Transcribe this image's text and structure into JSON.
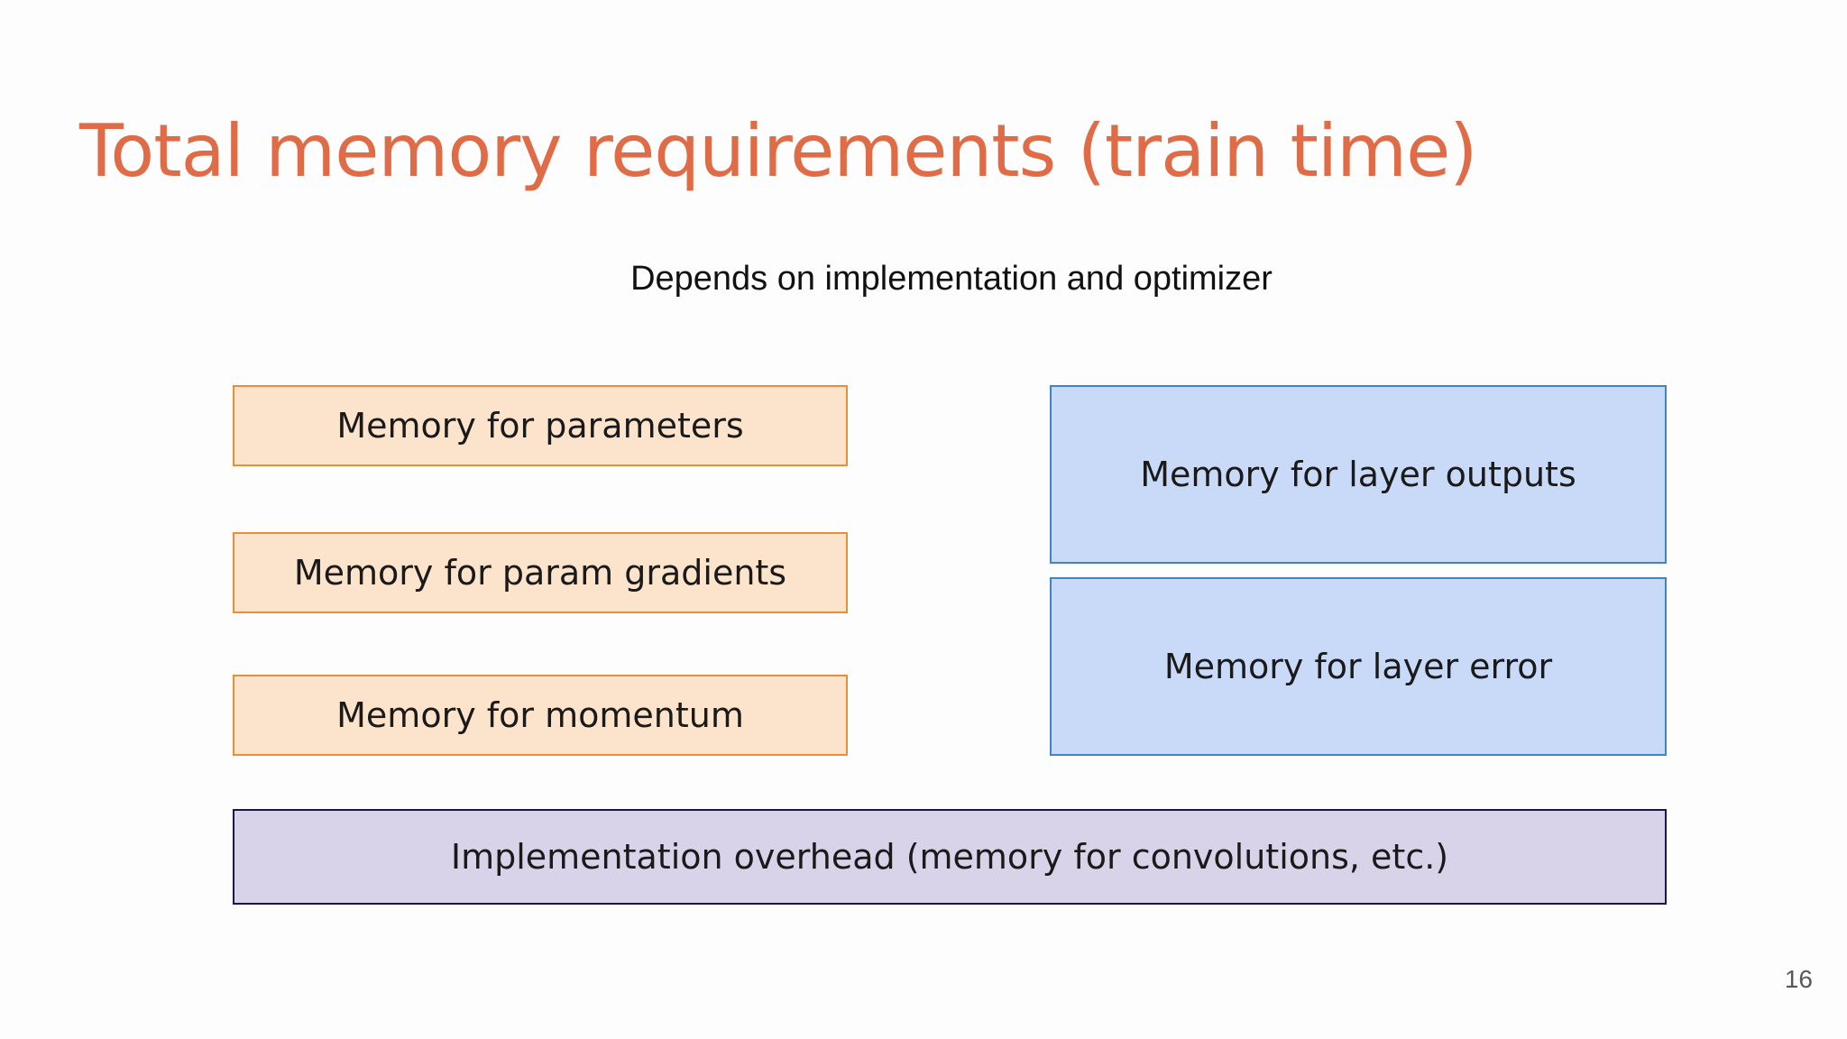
{
  "slide": {
    "title": "Total memory requirements (train time)",
    "subtitle": "Depends on implementation and optimizer",
    "page_number": "16"
  },
  "boxes": {
    "parameters": "Memory for parameters",
    "param_gradients": "Memory for param gradients",
    "momentum": "Memory for momentum",
    "layer_outputs": "Memory for layer outputs",
    "layer_error": "Memory for layer error",
    "overhead": "Implementation overhead (memory for convolutions, etc.)"
  },
  "colors": {
    "title": "#e06c47",
    "orange_fill": "#fce4cc",
    "orange_border": "#e69138",
    "blue_fill": "#c9daf8",
    "blue_border": "#3d85c6",
    "purple_fill": "#d9d3e9",
    "purple_border": "#20124d"
  }
}
